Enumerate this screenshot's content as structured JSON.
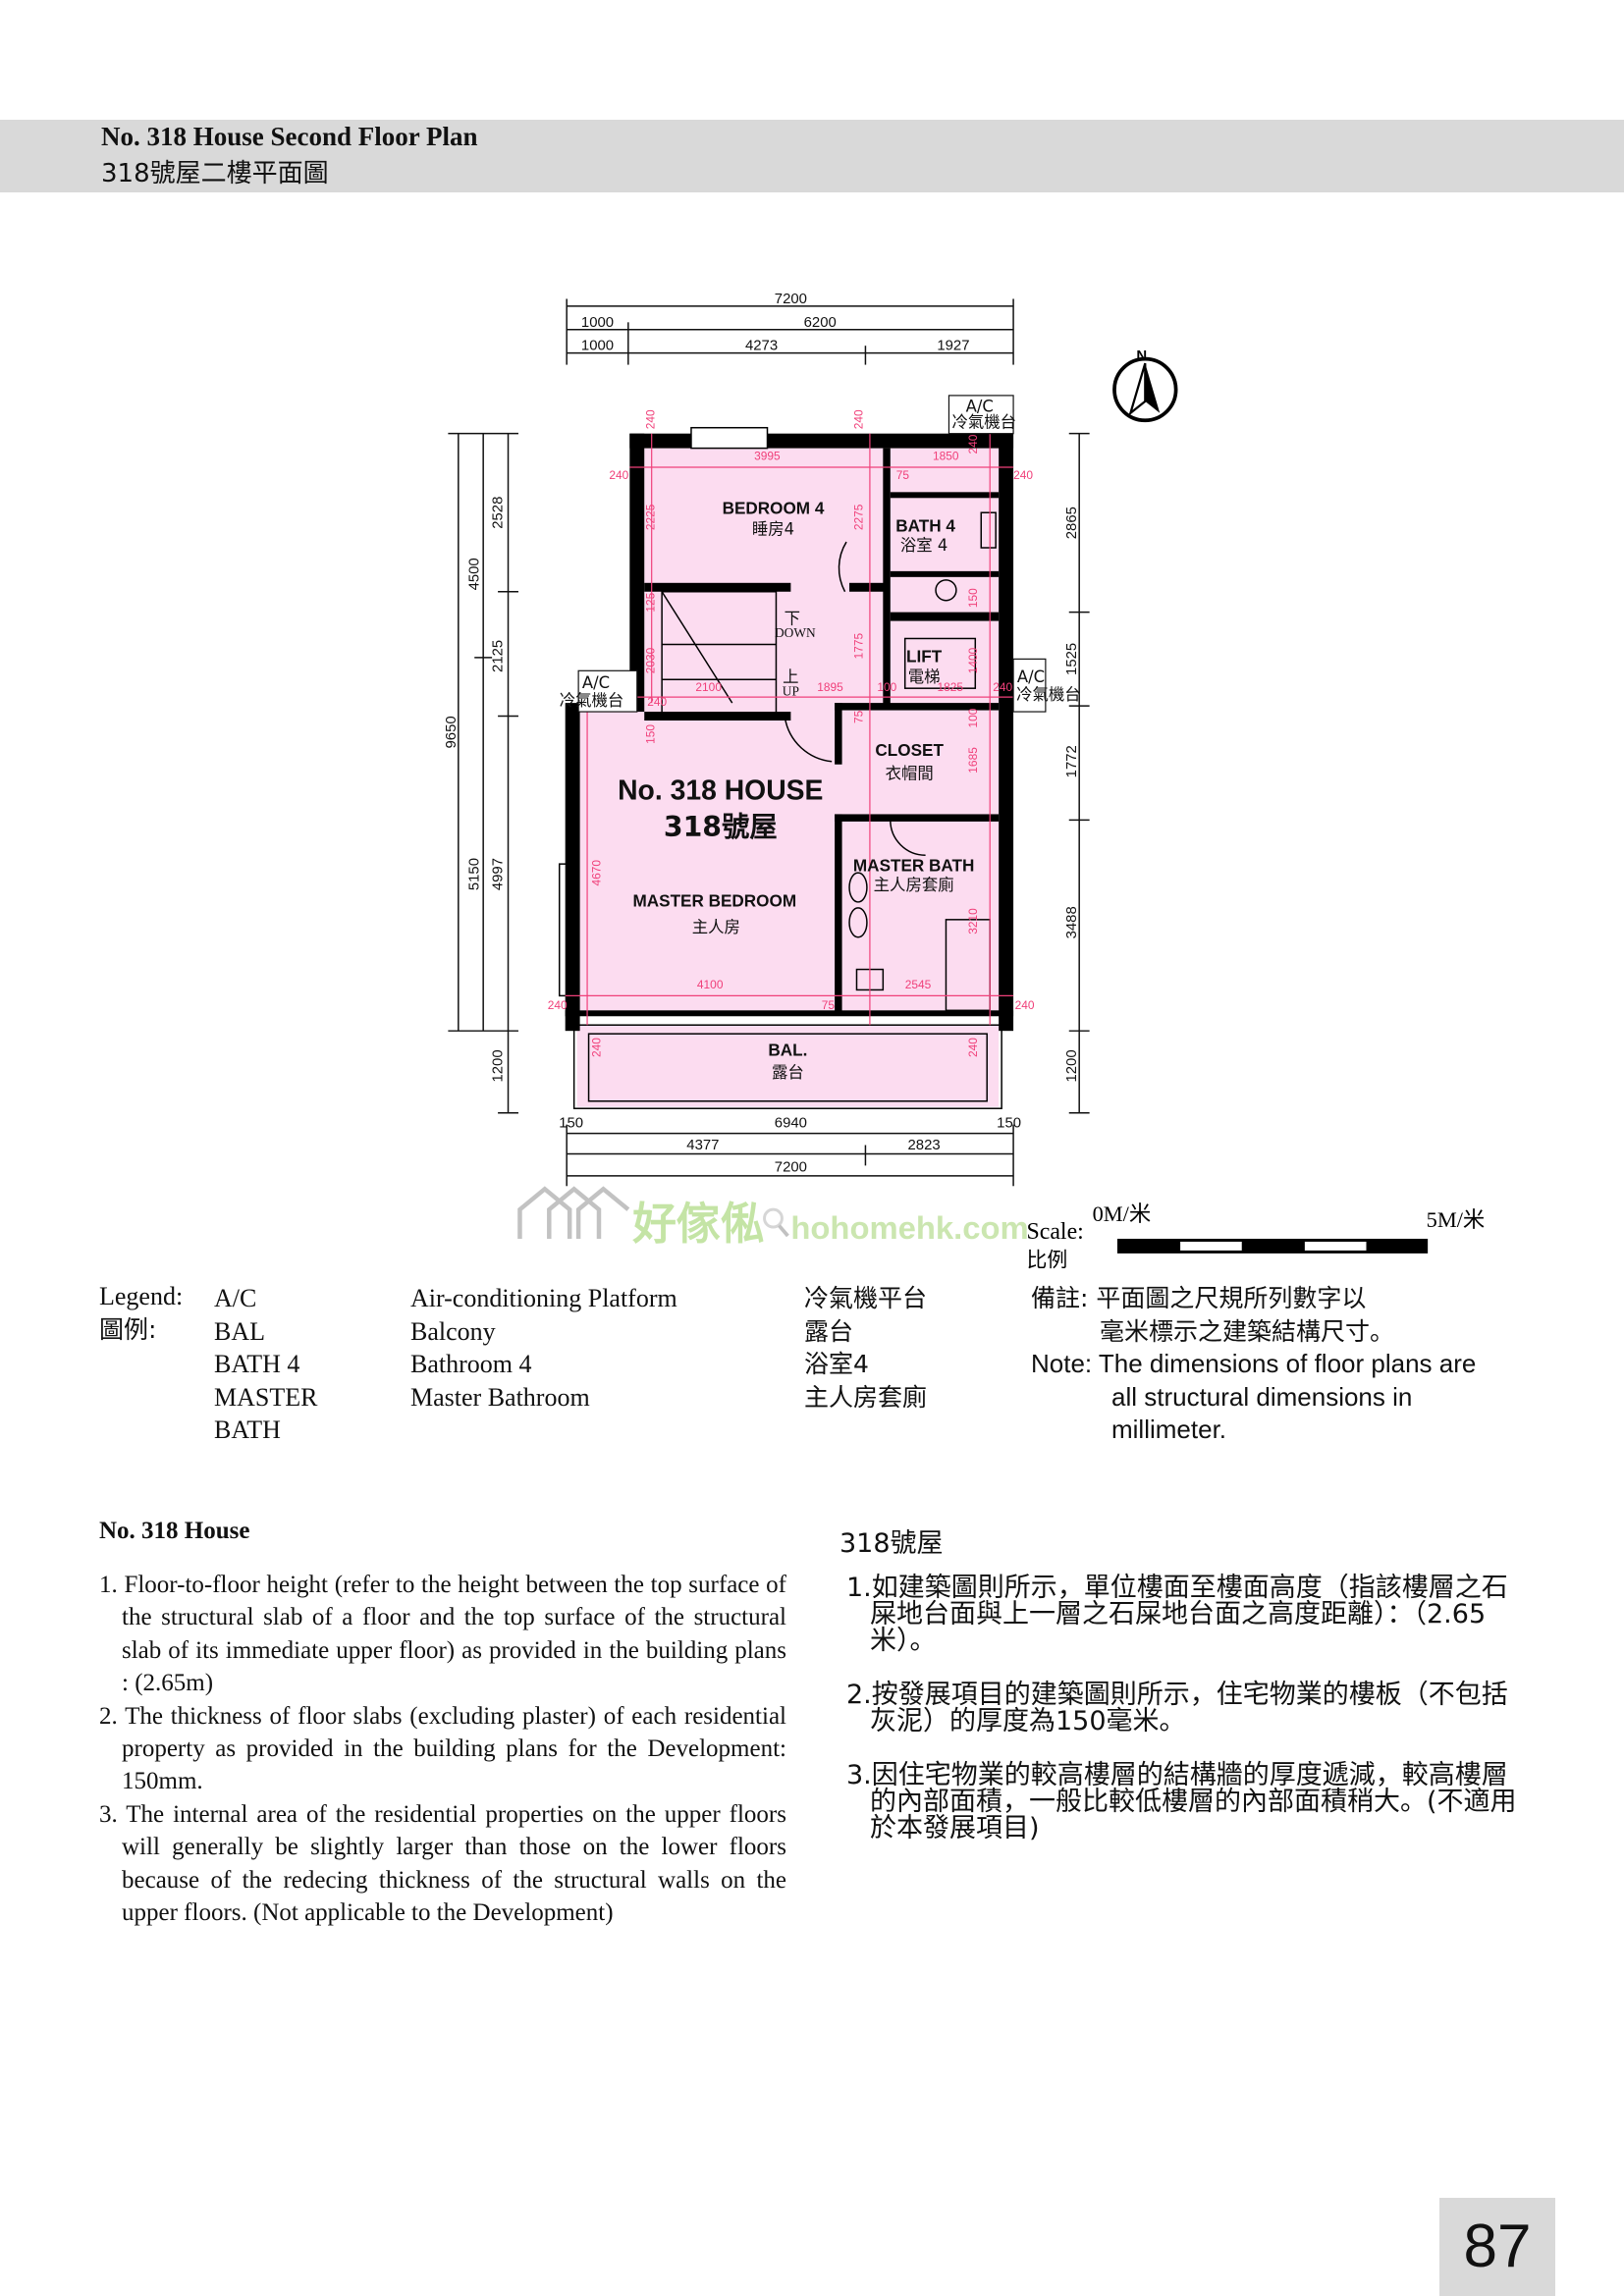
{
  "header": {
    "title_en": "No. 318 House Second Floor Plan",
    "title_cn": "318號屋二樓平面圖"
  },
  "plan": {
    "house_en": "No. 318 HOUSE",
    "house_cn": "318號屋",
    "rooms": {
      "bedroom4_en": "BEDROOM 4",
      "bedroom4_cn": "睡房4",
      "bath4_en": "BATH 4",
      "bath4_cn": "浴室 4",
      "down_cn": "下",
      "down_en": "DOWN",
      "up_cn": "上",
      "up_en": "UP",
      "lift_en": "LIFT",
      "lift_cn": "電梯",
      "ac_en": "A/C",
      "ac_cn": "冷氣機台",
      "closet_en": "CLOSET",
      "closet_cn": "衣帽間",
      "masterbath_en": "MASTER BATH",
      "masterbath_cn": "主人房套廁",
      "masterbed_en": "MASTER BEDROOM",
      "masterbed_cn": "主人房",
      "bal_en": "BAL.",
      "bal_cn": "露台"
    },
    "dims_top": [
      "7200",
      "1000",
      "6200",
      "1000",
      "4273",
      "1927"
    ],
    "dims_left": [
      "9650",
      "4500",
      "5150",
      "2528",
      "2125",
      "4997",
      "1200"
    ],
    "dims_right": [
      "2865",
      "1525",
      "1772",
      "3488",
      "1200"
    ],
    "dims_bottom": [
      "150",
      "6940",
      "150",
      "4377",
      "2823",
      "7200"
    ],
    "dims_inner": [
      "240",
      "240",
      "3995",
      "1850",
      "240",
      "240",
      "240",
      "2225",
      "2275",
      "75",
      "2030",
      "1775",
      "125",
      "150",
      "2100",
      "1895",
      "100",
      "1825",
      "1400",
      "240",
      "240",
      "75",
      "100",
      "150",
      "1685",
      "4670",
      "4100",
      "2545",
      "3210",
      "240",
      "75",
      "240",
      "240",
      "240"
    ],
    "north": "N",
    "colors": {
      "fill": "#fcdcf0",
      "dimension": "#f0407a",
      "wall": "#000000"
    }
  },
  "watermark": {
    "cn": "好傢俬",
    "en": "hohomehk.com"
  },
  "scale": {
    "label_en": "Scale:",
    "label_cn": "比例",
    "start": "0M/米",
    "end": "5M/米"
  },
  "legend": {
    "title_en": "Legend:",
    "title_cn": "圖例:",
    "items": [
      {
        "abbr": "A/C",
        "en": "Air-conditioning Platform",
        "cn": "冷氣機平台"
      },
      {
        "abbr": "BAL",
        "en": "Balcony",
        "cn": "露台"
      },
      {
        "abbr": "BATH 4",
        "en": "Bathroom 4",
        "cn": "浴室4"
      },
      {
        "abbr": "MASTER",
        "en": "Master Bathroom",
        "cn": "主人房套廁"
      },
      {
        "abbr": "BATH",
        "en": "",
        "cn": ""
      }
    ]
  },
  "note": {
    "cn_line1": "備註: 平面圖之尺規所列數字以",
    "cn_line2": "毫米標示之建築結構尺寸。",
    "en_line1": "Note: The dimensions of floor plans are",
    "en_line2": "all structural dimensions in",
    "en_line3": "millimeter."
  },
  "body_en": {
    "heading": "No. 318 House",
    "items": [
      "1. Floor-to-floor height (refer to the height between the top surface of the structural slab of a floor and the top surface of the structural slab of its immediate upper floor) as provided in the building plans : (2.65m)",
      "2. The thickness of floor slabs (excluding plaster) of each residential property as provided in the building plans for the Development: 150mm.",
      "3. The internal area of the residential properties on the upper floors will generally be slightly larger than those on the lower floors because of the redecing thickness of the structural walls on the upper floors. (Not applicable to the Development)"
    ]
  },
  "body_cn": {
    "heading": "318號屋",
    "items": [
      "1.如建築圖則所示，單位樓面至樓面高度（指該樓層之石屎地台面與上一層之石屎地台面之高度距離）：（2.65米）。",
      "2.按發展項目的建築圖則所示，住宅物業的樓板（不包括灰泥）的厚度為150毫米。",
      "3.因住宅物業的較高樓層的結構牆的厚度遞減，較高樓層的內部面積，一般比較低樓層的內部面積稍大。(不適用於本發展項目)"
    ]
  },
  "page_number": "87"
}
